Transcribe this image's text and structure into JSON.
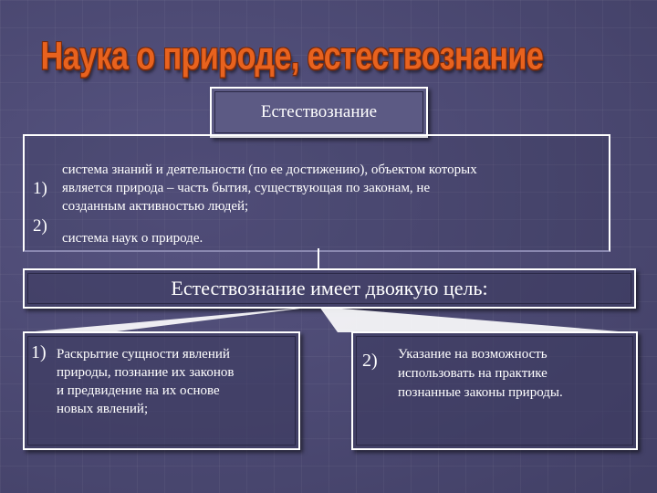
{
  "slide": {
    "title": "Наука о природе, естествознание",
    "term": "Естествознание",
    "definitions": [
      {
        "number": "1)",
        "text_lines": [
          "система знаний и деятельности (по ее достижению), объектом которых",
          "является природа – часть бытия, существующая по законам, не",
          "созданным активностью людей;"
        ]
      },
      {
        "number": "2)",
        "text_lines": [
          "система наук о природе."
        ]
      }
    ],
    "goal_heading": "Естествознание имеет двоякую цель:",
    "purposes": [
      {
        "number": "1)",
        "text_lines": [
          "Раскрытие сущности явлений",
          "природы, познание их законов",
          "и предвидение на их основе",
          "новых явлений;"
        ]
      },
      {
        "number": "2)",
        "text_lines": [
          "Указание на возможность",
          "использовать на практике",
          "познанные законы природы."
        ]
      }
    ]
  },
  "colors": {
    "background": "#4a4870",
    "title": "#e8621e",
    "text": "#ffffff",
    "box_fill": "#5c5a84"
  }
}
